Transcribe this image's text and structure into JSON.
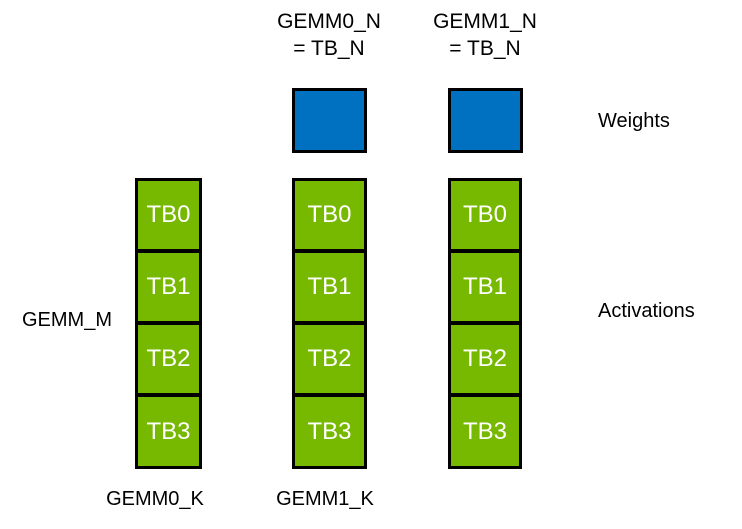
{
  "colors": {
    "weights_fill": "#0070C0",
    "activations_fill": "#76B900",
    "border": "#000000",
    "label_text": "#000000",
    "cell_text": "#FFFFFF",
    "background": "#FFFFFF"
  },
  "headers": {
    "gemm0_n": "GEMM0_N\n= TB_N",
    "gemm1_n": "GEMM1_N\n= TB_N"
  },
  "side_labels": {
    "weights": "Weights",
    "activations": "Activations",
    "gemm_m": "GEMM_M"
  },
  "bottom_labels": {
    "gemm0_k": "GEMM0_K",
    "gemm1_k": "GEMM1_K"
  },
  "columns": [
    {
      "id": "activations-left",
      "cells": [
        "TB0",
        "TB1",
        "TB2",
        "TB3"
      ],
      "has_weight_square": false
    },
    {
      "id": "activations-gemm0",
      "cells": [
        "TB0",
        "TB1",
        "TB2",
        "TB3"
      ],
      "has_weight_square": true
    },
    {
      "id": "activations-gemm1",
      "cells": [
        "TB0",
        "TB1",
        "TB2",
        "TB3"
      ],
      "has_weight_square": true
    }
  ]
}
